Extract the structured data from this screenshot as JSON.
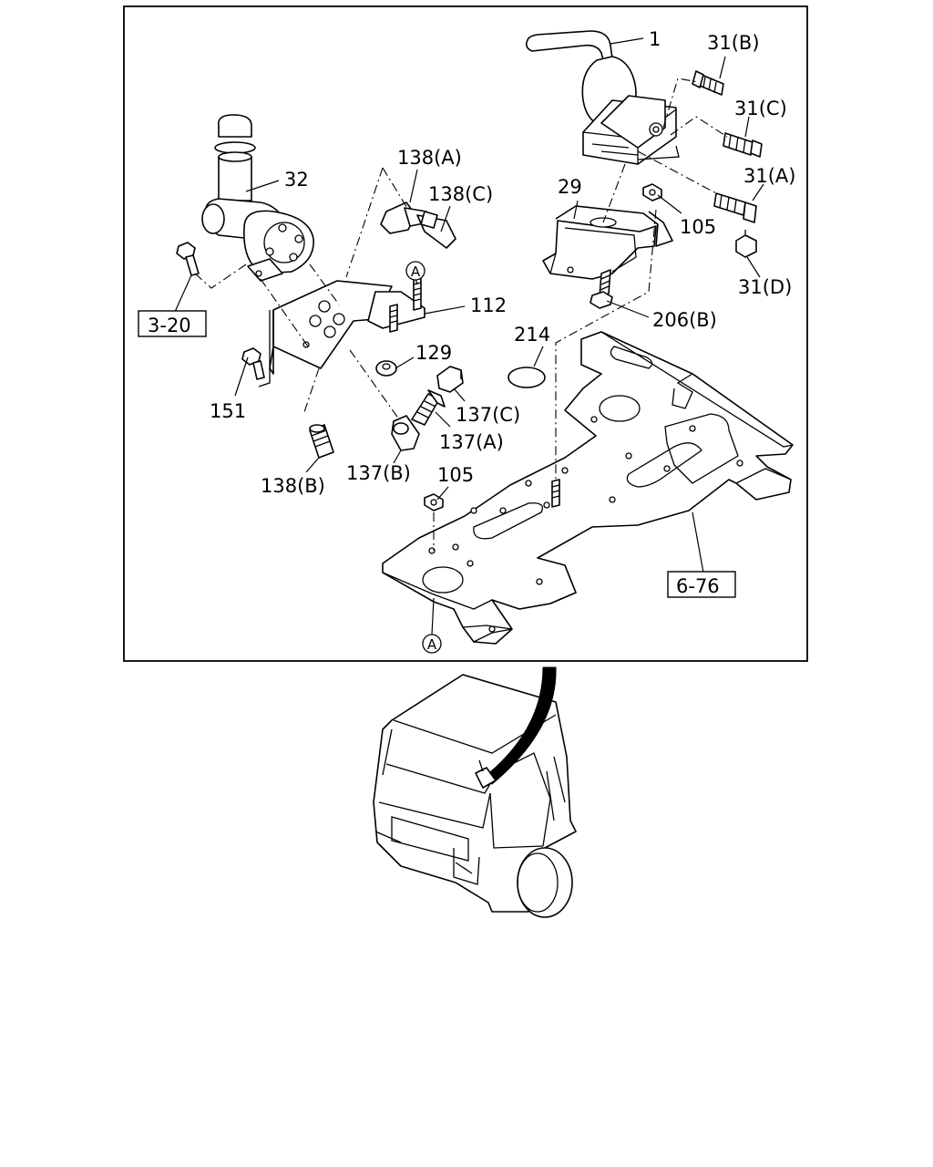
{
  "labels": {
    "p1": "1",
    "p31b": "31(B)",
    "p31c": "31(C)",
    "p31a": "31(A)",
    "p31d": "31(D)",
    "p32": "32",
    "p138a": "138(A)",
    "p138c": "138(C)",
    "p29": "29",
    "p105a": "105",
    "p206b": "206(B)",
    "p112": "112",
    "p129": "129",
    "p214": "214",
    "p151": "151",
    "p137c": "137(C)",
    "p137a": "137(A)",
    "p138b": "138(B)",
    "p137b": "137(B)",
    "p105b": "105"
  },
  "refs": {
    "ref_3_20": "3-20",
    "ref_6_76": "6-76"
  },
  "markers": {
    "a_top": "A",
    "a_bottom": "A"
  },
  "colors": {
    "line": "#000000",
    "background": "#ffffff"
  }
}
